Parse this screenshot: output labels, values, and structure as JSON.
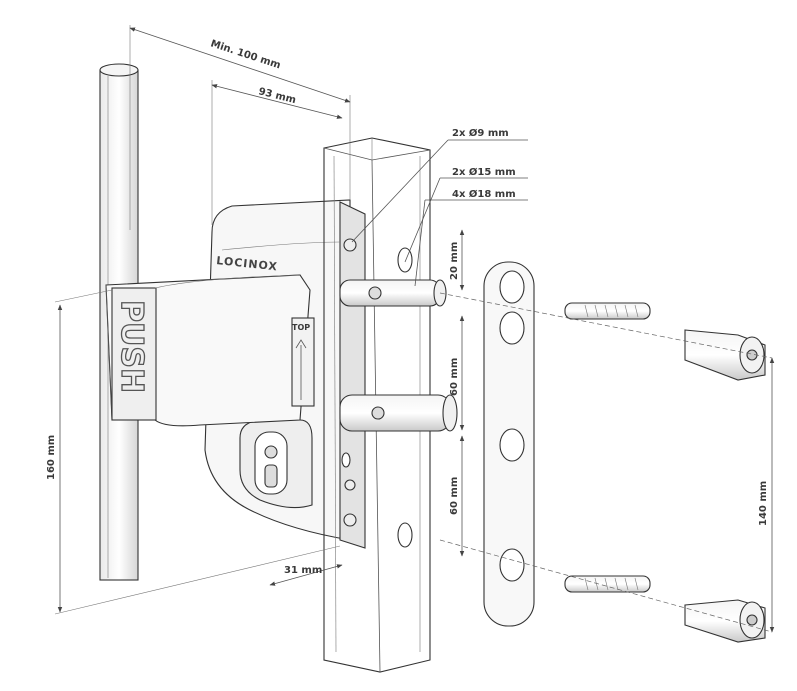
{
  "dimensions": {
    "min_100": "Min. 100 mm",
    "d93": "93 mm",
    "hole9": "2x Ø9 mm",
    "hole15": "2x Ø15 mm",
    "hole18": "4x Ø18 mm",
    "d20": "20 mm",
    "d60_upper": "60 mm",
    "d60_lower": "60 mm",
    "d160": "160 mm",
    "d31": "31 mm",
    "d140": "140 mm"
  },
  "labels": {
    "brand": "LOCINOX",
    "push": "PUSH",
    "top": "TOP"
  }
}
